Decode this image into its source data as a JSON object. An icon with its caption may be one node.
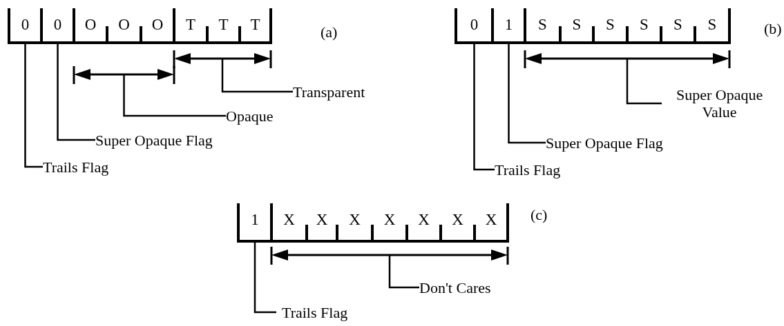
{
  "diagram": {
    "nodes": [
      {
        "text": [
          "0"
        ]
      },
      {
        "text": [
          "0"
        ]
      },
      {
        "text": [
          "O"
        ]
      },
      {
        "text": [
          "O"
        ]
      },
      {
        "text": [
          "O"
        ]
      },
      {
        "text": [
          "T"
        ]
      },
      {
        "text": [
          "T"
        ]
      },
      {
        "text": [
          "T"
        ]
      },
      {
        "text": [],
        "shape": "bar"
      },
      {
        "text": [],
        "shape": "bar"
      },
      {
        "text": [
          "Transparent"
        ]
      },
      {
        "text": [
          "Opaque"
        ]
      },
      {
        "text": [
          "Super Opaque Flag"
        ]
      },
      {
        "text": [
          "Trails Flag"
        ]
      },
      {
        "text": [
          "0"
        ]
      },
      {
        "text": [
          "1"
        ]
      },
      {
        "text": [
          "S"
        ]
      },
      {
        "text": [
          "S"
        ]
      },
      {
        "text": [
          "S"
        ]
      },
      {
        "text": [
          "S"
        ]
      },
      {
        "text": [
          "S"
        ]
      },
      {
        "text": [
          "S"
        ]
      },
      {
        "text": [],
        "shape": "bar"
      },
      {
        "text": [
          "Super Opaque Value"
        ]
      },
      {
        "text": [
          "Super Opaque Flag"
        ]
      },
      {
        "text": [
          "Trails Flag"
        ]
      },
      {
        "text": [
          "1"
        ]
      },
      {
        "text": [
          "X"
        ]
      },
      {
        "text": [
          "X"
        ]
      },
      {
        "text": [
          "X"
        ]
      },
      {
        "text": [
          "X"
        ]
      },
      {
        "text": [
          "X"
        ]
      },
      {
        "text": [
          "X"
        ]
      },
      {
        "text": [
          "X"
        ]
      },
      {
        "text": [],
        "shape": "bar"
      },
      {
        "text": [
          "Don't Cares"
        ]
      },
      {
        "text": [
          "Trails Flag"
        ]
      }
    ],
    "edges": [
      {
        "from": 10,
        "to": 9,
        "arrow": "none"
      },
      {
        "from": 11,
        "to": 8,
        "arrow": "none"
      },
      {
        "from": 12,
        "to": 1,
        "arrow": "none"
      },
      {
        "from": 13,
        "to": 0,
        "arrow": "none"
      },
      {
        "from": 23,
        "to": 22,
        "arrow": "none"
      },
      {
        "from": 24,
        "to": 15,
        "arrow": "none"
      },
      {
        "from": 25,
        "to": 14,
        "arrow": "none"
      },
      {
        "from": 35,
        "to": 34,
        "arrow": "none"
      },
      {
        "from": 36,
        "to": 26,
        "arrow": "none"
      }
    ],
    "labels": [
      "(a)",
      "(b)",
      "(c)"
    ]
  }
}
